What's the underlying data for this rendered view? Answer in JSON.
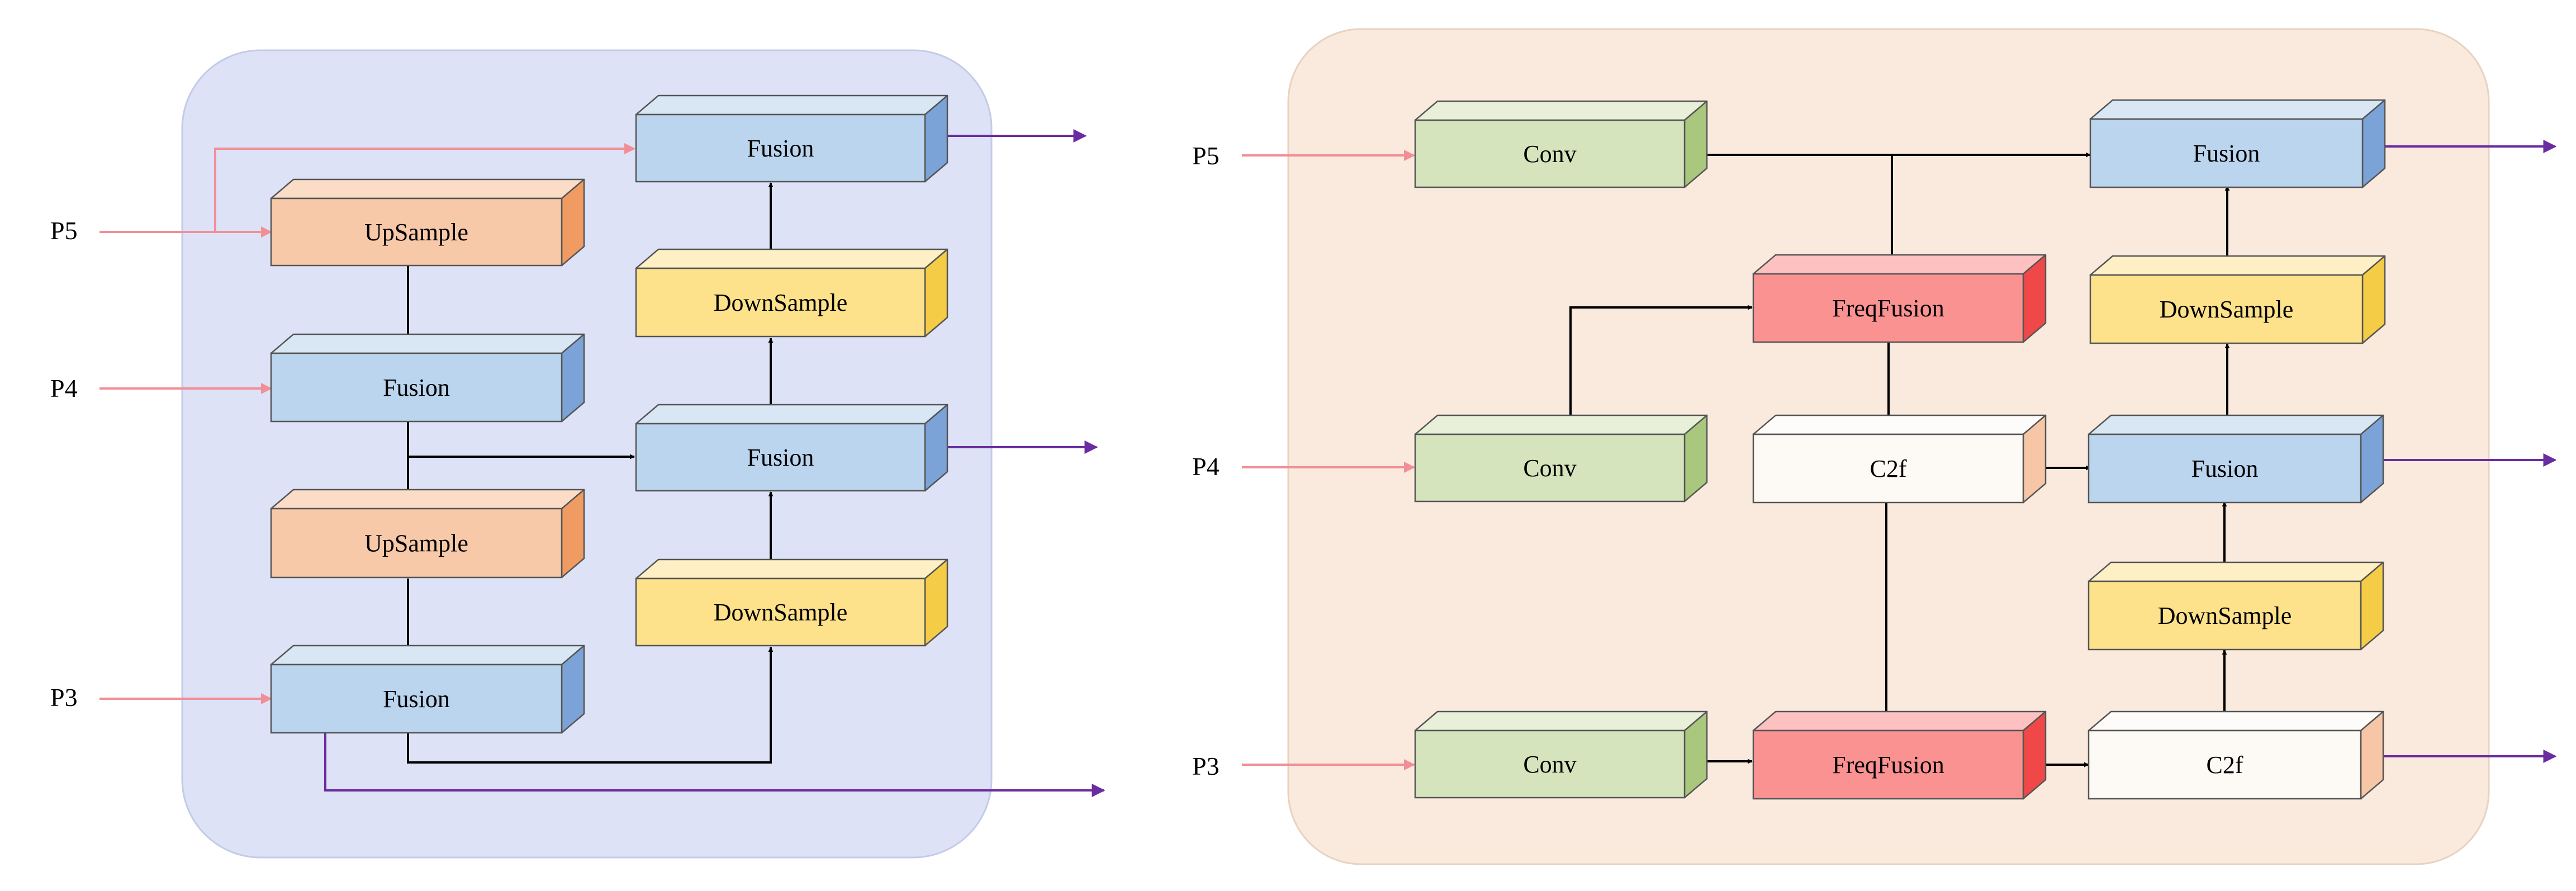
{
  "colors": {
    "panel_left": "#dde2f6",
    "panel_left_border": "#c4cbe8",
    "panel_right": "#f9eadd",
    "panel_right_border": "#e8d2c0",
    "input_arrow": "#f28e96",
    "output_arrow": "#6a2ca0",
    "edge": "#000000",
    "box_stroke": "#555555",
    "fusion": [
      "#bcd5ef",
      "#d9e7f5",
      "#7ba3d8"
    ],
    "upsample": [
      "#f8c9a8",
      "#fbdcc6",
      "#ef9b62"
    ],
    "downsample": [
      "#fde28b",
      "#fef0c4",
      "#f5cc45"
    ],
    "conv": [
      "#d6e4bd",
      "#e8f0d9",
      "#a9c77d"
    ],
    "freqfusion": [
      "#fb9292",
      "#fdc1c1",
      "#f04848"
    ],
    "c2f": [
      "#fdf9f5",
      "#fefcfa",
      "#f6c6a6"
    ]
  },
  "diagrams": [
    {
      "id": "left",
      "inputs": [
        "P5",
        "P4",
        "P3"
      ],
      "blocks": {
        "up1": {
          "label": "UpSample",
          "kind": "upsample"
        },
        "fu1": {
          "label": "Fusion",
          "kind": "fusion"
        },
        "up2": {
          "label": "UpSample",
          "kind": "upsample"
        },
        "fu2": {
          "label": "Fusion",
          "kind": "fusion"
        },
        "ds1": {
          "label": "DownSample",
          "kind": "downsample"
        },
        "fu3": {
          "label": "Fusion",
          "kind": "fusion"
        },
        "ds2": {
          "label": "DownSample",
          "kind": "downsample"
        },
        "fu4": {
          "label": "Fusion",
          "kind": "fusion"
        }
      }
    },
    {
      "id": "right",
      "inputs": [
        "P5",
        "P4",
        "P3"
      ],
      "blocks": {
        "cv5": {
          "label": "Conv",
          "kind": "conv"
        },
        "cv4": {
          "label": "Conv",
          "kind": "conv"
        },
        "cv3": {
          "label": "Conv",
          "kind": "conv"
        },
        "ff1": {
          "label": "FreqFusion",
          "kind": "freqfusion"
        },
        "c2a": {
          "label": "C2f",
          "kind": "c2f"
        },
        "ff2": {
          "label": "FreqFusion",
          "kind": "freqfusion"
        },
        "c2b": {
          "label": "C2f",
          "kind": "c2f"
        },
        "dsa": {
          "label": "DownSample",
          "kind": "downsample"
        },
        "fua": {
          "label": "Fusion",
          "kind": "fusion"
        },
        "dsb": {
          "label": "DownSample",
          "kind": "downsample"
        },
        "fub": {
          "label": "Fusion",
          "kind": "fusion"
        }
      }
    }
  ]
}
